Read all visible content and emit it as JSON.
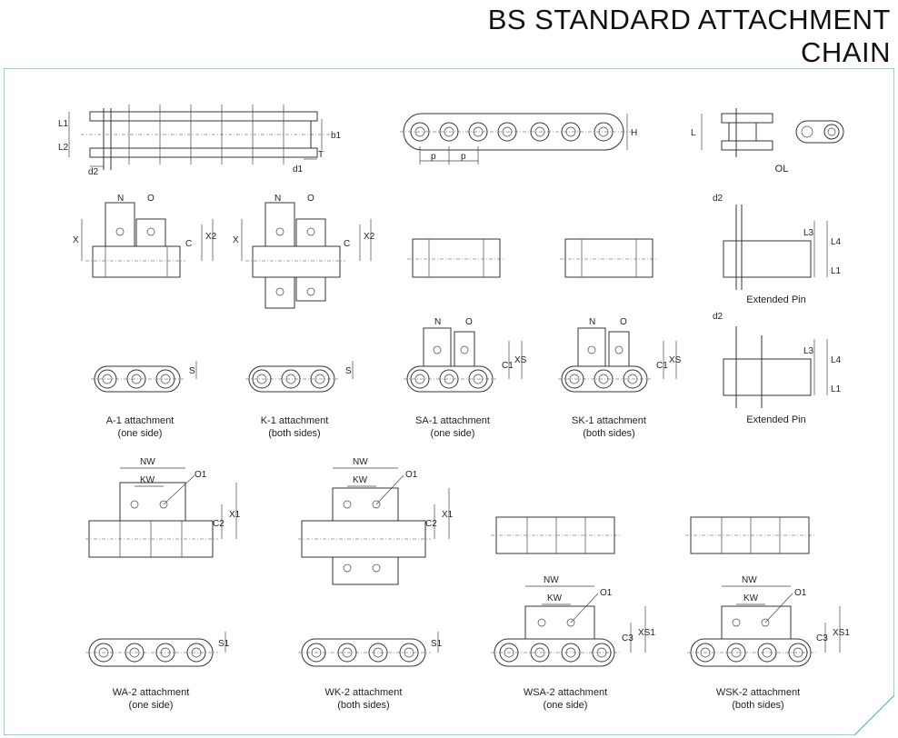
{
  "header": {
    "title": "BS STANDARD ATTACHMENT CHAIN"
  },
  "dims": {
    "L1": "L1",
    "L2": "L2",
    "T": "T",
    "b1": "b1",
    "d1": "d1",
    "d2": "d2",
    "p": "p",
    "H": "H",
    "L": "L",
    "N": "N",
    "O": "O",
    "X": "X",
    "C": "C",
    "X2": "X2",
    "S": "S",
    "C1": "C1",
    "XS": "XS",
    "L3": "L3",
    "L4": "L4",
    "NW": "NW",
    "KW": "KW",
    "O1": "O1",
    "C2": "C2",
    "X1": "X1",
    "S1": "S1",
    "C3": "C3",
    "XS1": "XS1"
  },
  "captions": {
    "ol": "OL",
    "extended_pin_1": "Extended Pin",
    "extended_pin_2": "Extended Pin",
    "a1_l1": "A-1 attachment",
    "a1_l2": "(one side)",
    "k1_l1": "K-1 attachment",
    "k1_l2": "(both sides)",
    "sa1_l1": "SA-1 attachment",
    "sa1_l2": "(one side)",
    "sk1_l1": "SK-1 attachment",
    "sk1_l2": "(both sides)",
    "wa2_l1": "WA-2 attachment",
    "wa2_l2": "(one side)",
    "wk2_l1": "WK-2 attachment",
    "wk2_l2": "(both sides)",
    "wsa2_l1": "WSA-2 attachment",
    "wsa2_l2": "(one side)",
    "wsk2_l1": "WSK-2 attachment",
    "wsk2_l2": "(both sides)"
  },
  "colors": {
    "frame_border": "#4fb3d8",
    "line": "#333333"
  }
}
